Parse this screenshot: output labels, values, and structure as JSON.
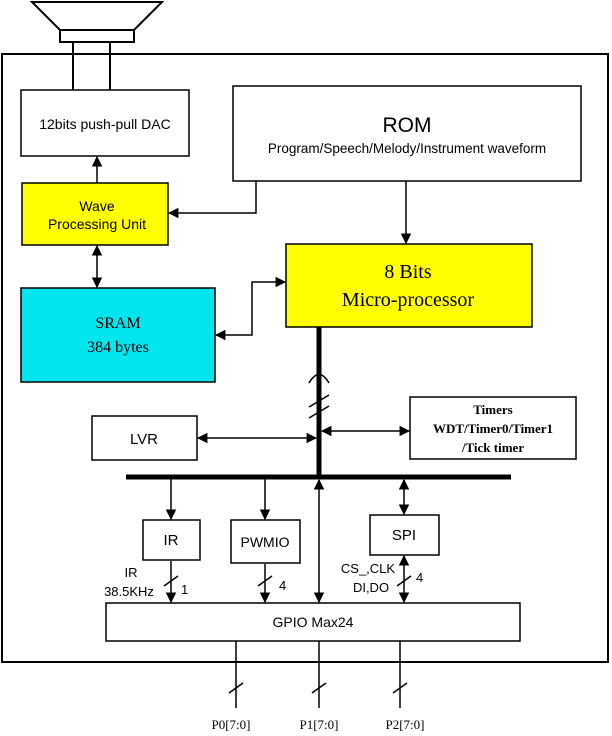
{
  "blocks": {
    "dac": {
      "label": "12bits push-pull DAC"
    },
    "rom": {
      "title": "ROM",
      "subtitle": "Program/Speech/Melody/Instrument waveform"
    },
    "wpu": {
      "line1": "Wave",
      "line2": "Processing Unit",
      "color": "#ffff00"
    },
    "sram": {
      "line1": "SRAM",
      "line2": "384 bytes",
      "color": "#00e5ee"
    },
    "mcu": {
      "line1": "8 Bits",
      "line2": "Micro-processor",
      "color": "#ffff00"
    },
    "lvr": {
      "label": "LVR"
    },
    "timers": {
      "line1": "Timers",
      "line2": "WDT/Timer0/Timer1",
      "line3": "/Tick timer"
    },
    "ir": {
      "label": "IR"
    },
    "pwmio": {
      "label": "PWMIO"
    },
    "spi": {
      "label": "SPI"
    },
    "gpio": {
      "label": "GPIO Max24"
    }
  },
  "signals": {
    "ir_name": "IR",
    "ir_freq": "38.5KHz",
    "ir_width": "1",
    "pwmio_width": "4",
    "spi_line1": "CS_,CLK",
    "spi_line2": "DI,DO",
    "spi_width": "4"
  },
  "ports": [
    "P0[7:0]",
    "P1[7:0]",
    "P2[7:0]"
  ],
  "icons": {
    "speaker": "speaker-icon"
  }
}
